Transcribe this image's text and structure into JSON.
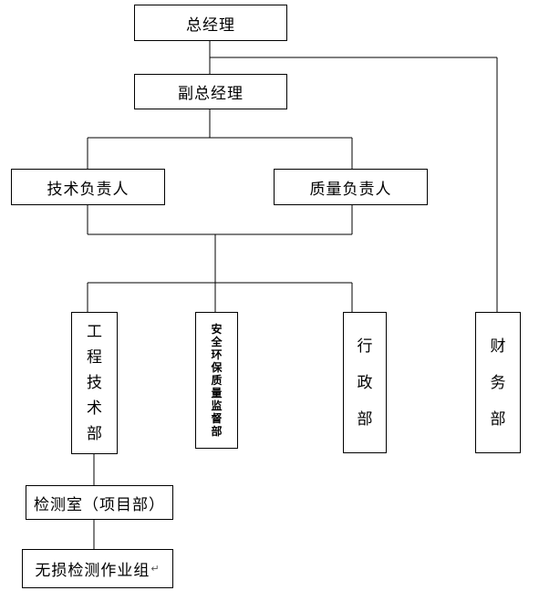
{
  "org_chart": {
    "general_manager": "总经理",
    "deputy_manager": "副总经理",
    "technical_head": "技术负责人",
    "quality_head": "质量负责人",
    "engineering_dept": [
      "工",
      "程",
      "技",
      "术",
      "部"
    ],
    "safety_dept": [
      "安",
      "全",
      "环",
      "保",
      "质",
      "量",
      "监",
      "督",
      "部"
    ],
    "admin_dept": [
      "行",
      "政",
      "部"
    ],
    "finance_dept": [
      "财",
      "务",
      "部"
    ],
    "testing_room": "检测室（项目部）",
    "ndt_group": "无损检测作业组",
    "paragraph_mark": "↵"
  },
  "colors": {
    "line": "#000000",
    "background": "#ffffff"
  }
}
